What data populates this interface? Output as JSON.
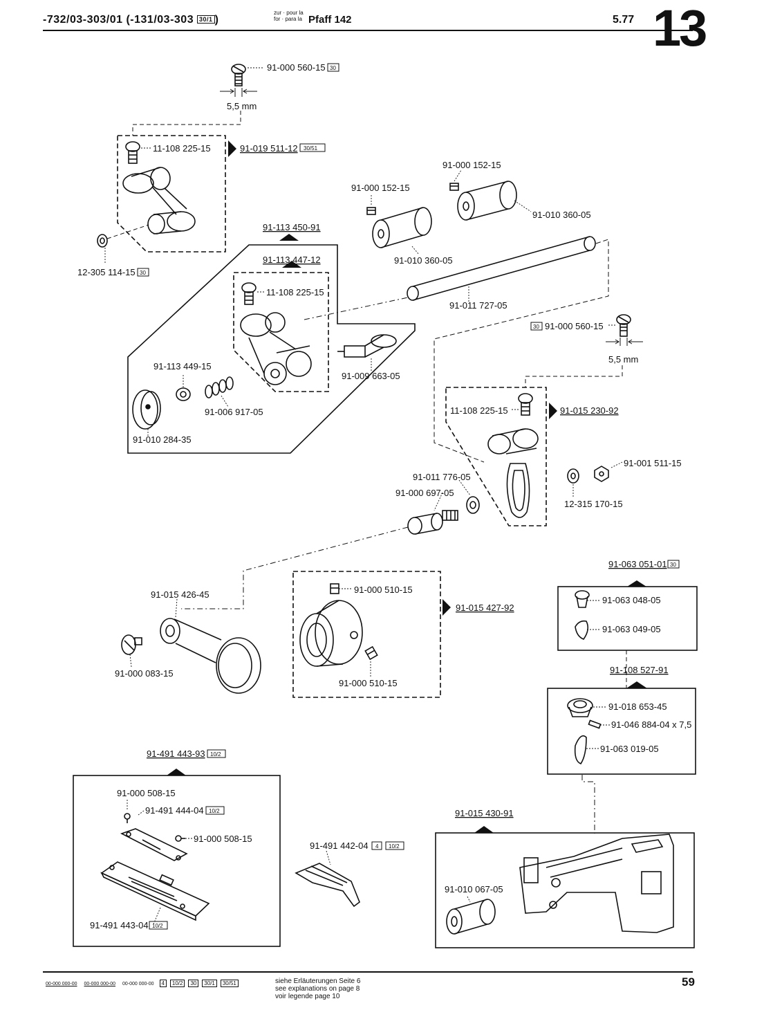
{
  "header": {
    "series": "-732/03-303/01 (-131/03-303",
    "series_code": "30/1",
    "zur_line": "zur · pour la",
    "for_line": "for · para la",
    "model": "Pfaff 142",
    "date": "5.77",
    "group": "13"
  },
  "footer": {
    "codes": [
      "00-000 000-00",
      "00-000 000-00",
      "00-000 000-00"
    ],
    "boxes": [
      "4",
      "10/2",
      "30",
      "30/1",
      "30/51"
    ],
    "notes": [
      "siehe Erläuterungen Seite 6",
      "see explanations on page 8",
      "voir legende page 10"
    ],
    "page": "59"
  },
  "colors": {
    "ink": "#111111",
    "paper": "#ffffff"
  },
  "parts": [
    {
      "num": "91-000 560-15",
      "code": "30"
    },
    {
      "num": "5,5 mm"
    },
    {
      "num": "11-108 225-15"
    },
    {
      "num": "91-019 511-12",
      "code": "30/51"
    },
    {
      "num": "12-305 114-15",
      "code": "30"
    },
    {
      "num": "91-000 152-15"
    },
    {
      "num": "91-000 152-15"
    },
    {
      "num": "91-010 360-05"
    },
    {
      "num": "91-010 360-05"
    },
    {
      "num": "91-113 450-91"
    },
    {
      "num": "91-113 447-12"
    },
    {
      "num": "11-108 225-15"
    },
    {
      "num": "91-011 727-05"
    },
    {
      "num": "91-000 560-15",
      "code": "30"
    },
    {
      "num": "5,5 mm"
    },
    {
      "num": "91-113 449-15"
    },
    {
      "num": "91-009 663-05"
    },
    {
      "num": "91-006 917-05"
    },
    {
      "num": "91-010 284-35"
    },
    {
      "num": "11-108 225-15"
    },
    {
      "num": "91-015 230-92"
    },
    {
      "num": "91-001 511-15"
    },
    {
      "num": "91-011 776-05"
    },
    {
      "num": "91-000 697-05"
    },
    {
      "num": "12-315 170-15"
    },
    {
      "num": "91-063 051-01",
      "code": "30"
    },
    {
      "num": "91-063 048-05"
    },
    {
      "num": "91-063 049-05"
    },
    {
      "num": "91-015 426-45"
    },
    {
      "num": "91-000 510-15"
    },
    {
      "num": "91-015 427-92"
    },
    {
      "num": "91-000 083-15"
    },
    {
      "num": "91-000 510-15"
    },
    {
      "num": "91-108 527-91"
    },
    {
      "num": "91-018 653-45"
    },
    {
      "num": "91-046 884-04 x 7,5"
    },
    {
      "num": "91-063 019-05"
    },
    {
      "num": "91-491 443-93",
      "code": "10/2"
    },
    {
      "num": "91-000 508-15"
    },
    {
      "num": "91-491 444-04",
      "code": "10/2"
    },
    {
      "num": "91-000 508-15"
    },
    {
      "num": "91-491 442-04",
      "code": "4",
      "code2": "10/2"
    },
    {
      "num": "91-015 430-91"
    },
    {
      "num": "91-010 067-05"
    },
    {
      "num": "91-491 443-04",
      "code": "10/2"
    }
  ]
}
